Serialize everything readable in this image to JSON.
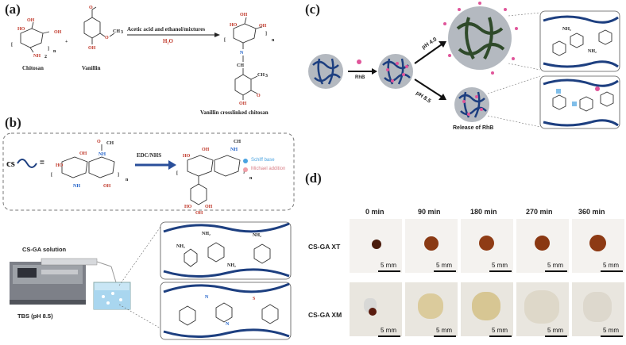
{
  "panels": {
    "a": {
      "letter": "(a)",
      "chitosan_label": "Chitosan",
      "vanillin_label": "Vanillin",
      "arrow_top": "Acetic acid and ethanol/mixtures",
      "arrow_bottom": "H₂O",
      "product_label": "Vanillin crosslinked chitosan",
      "sub_n": "n"
    },
    "b": {
      "letter": "(b)",
      "cs_label": "cs",
      "eq": "=",
      "reagent": "EDC/NHS",
      "legend": [
        "Schiff base",
        "Michael addition"
      ],
      "solution_label": "CS-GA solution",
      "buffer_label": "TBS (pH 8.5)"
    },
    "c": {
      "letter": "(c)",
      "rhb": "RhB",
      "ph_top": "pH 4.0",
      "ph_bottom": "pH 8.5",
      "release": "Release of RhB"
    },
    "d": {
      "letter": "(d)",
      "times": [
        "0 min",
        "90 min",
        "180 min",
        "270 min",
        "360 min"
      ],
      "rows": [
        "CS-GA XT",
        "CS-GA XM"
      ],
      "scale": "5 mm"
    }
  },
  "colors": {
    "chain_blue": "#1d3f80",
    "chain_green": "#2f4a2a",
    "rhb_pink": "#e0559a",
    "schiff_blue": "#4aa3e0",
    "michael_pink": "#f0a0a8",
    "red_text": "#c0392b",
    "xt_bead": "#7a2e10",
    "xm_gel": "#d8c590"
  }
}
